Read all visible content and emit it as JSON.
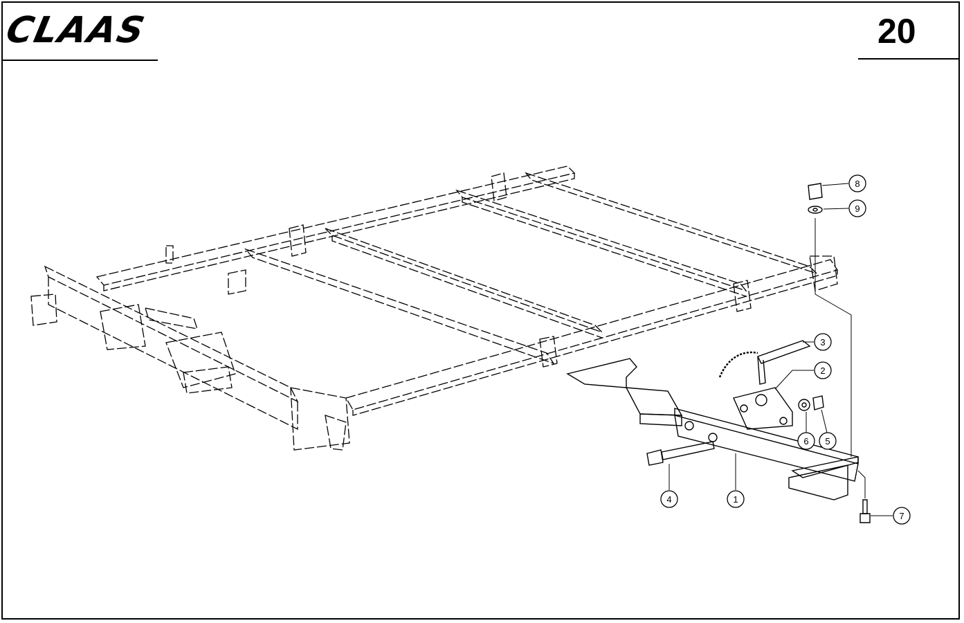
{
  "header": {
    "logo_text": "CLAAS",
    "page_number": "20"
  },
  "callouts": [
    {
      "id": "1",
      "label": "1"
    },
    {
      "id": "2",
      "label": "2"
    },
    {
      "id": "3",
      "label": "3"
    },
    {
      "id": "4",
      "label": "4"
    },
    {
      "id": "5",
      "label": "5"
    },
    {
      "id": "6",
      "label": "6"
    },
    {
      "id": "7",
      "label": "7"
    },
    {
      "id": "8",
      "label": "8"
    },
    {
      "id": "9",
      "label": "9"
    }
  ]
}
